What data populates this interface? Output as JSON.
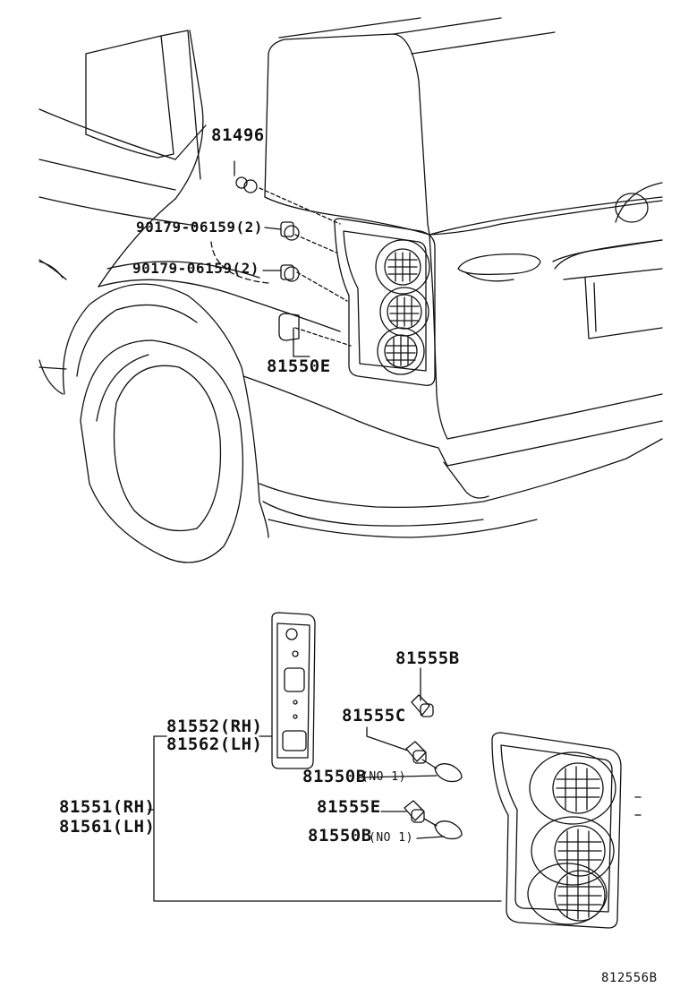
{
  "labels": {
    "p81496": "81496",
    "p90179_a": "90179-06159(2)",
    "p90179_b": "90179-06159(2)",
    "p81550e": "81550E",
    "p81555b": "81555B",
    "p81555c": "81555C",
    "p81552": "81552(RH)",
    "p81562": "81562(LH)",
    "p81550b_1": "81550B",
    "no1_a": "(NO 1)",
    "p81551": "81551(RH)",
    "p81561": "81561(LH)",
    "p81555e": "81555E",
    "p81550b_2": "81550B",
    "no1_b": "(NO 1)"
  },
  "reference_code": "812556B"
}
